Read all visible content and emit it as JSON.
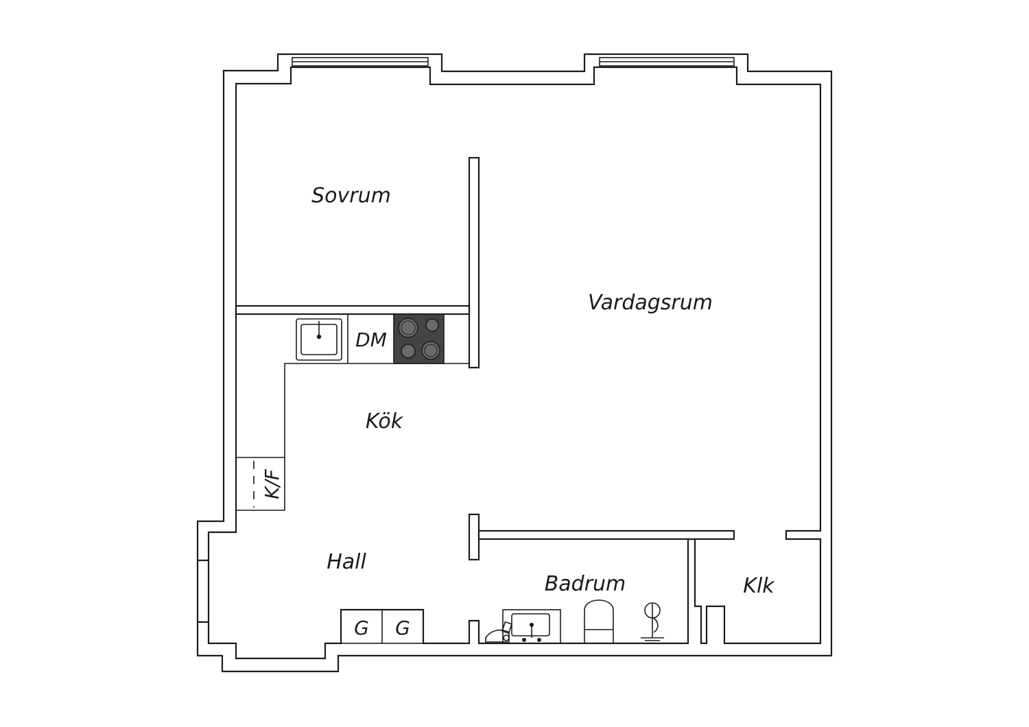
{
  "rooms": {
    "sovrum": "Sovrum",
    "vardagsrum": "Vardagsrum",
    "kok": "Kök",
    "hall": "Hall",
    "badrum": "Badrum",
    "klk": "Klk"
  },
  "fixtures": {
    "dishwasher": "DM",
    "fridge_freezer": "K/F",
    "wardrobe_1": "G",
    "wardrobe_2": "G"
  },
  "colors": {
    "line": "#1a1a1a",
    "stove_fill": "#444444",
    "stove_burner": "#6a6a6a",
    "background": "#ffffff"
  }
}
